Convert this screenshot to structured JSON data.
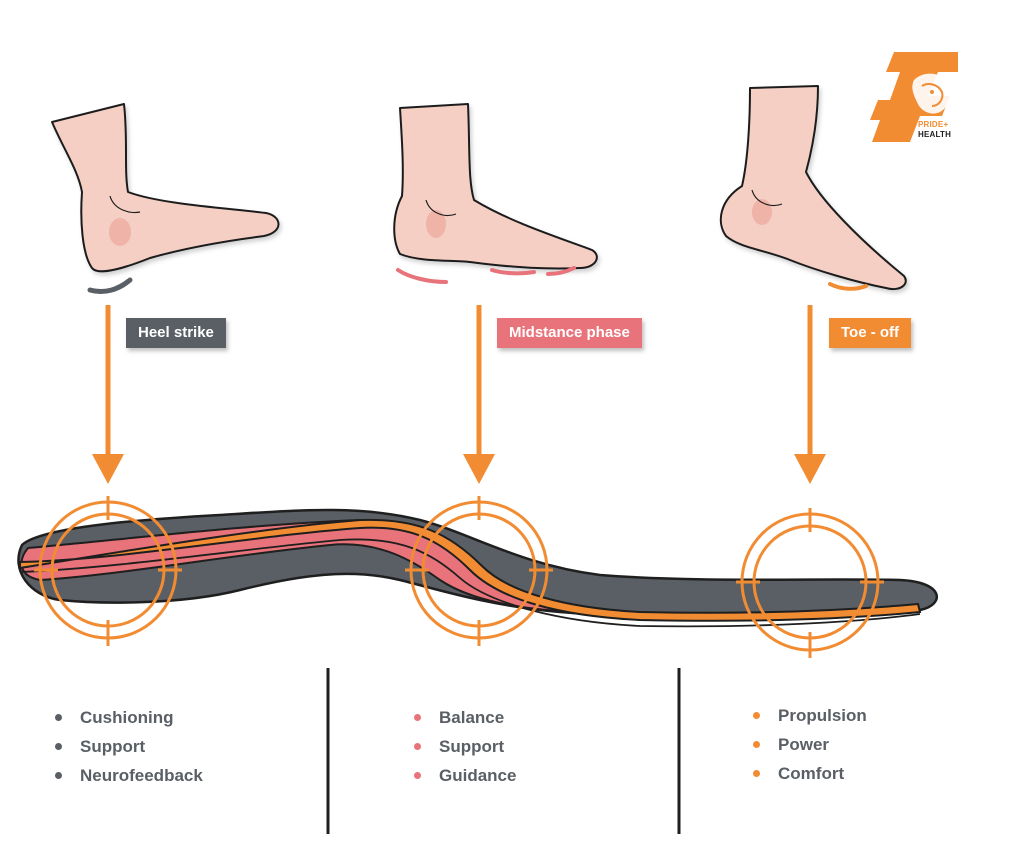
{
  "brand": {
    "line1": "PRIDE+",
    "line2": "HEALTH",
    "color": "#F28C33"
  },
  "colors": {
    "accent": "#F28C33",
    "dark": "#5A5F65",
    "pink": "#E8737A",
    "skin": "#F5CFC4",
    "outline": "#1F1F1F"
  },
  "phases": [
    {
      "label": "Heel strike",
      "label_color": "#5A5F65",
      "bullet_color": "#5A5F65",
      "items": [
        "Cushioning",
        "Support",
        "Neurofeedback"
      ]
    },
    {
      "label": "Midstance phase",
      "label_color": "#E8737A",
      "bullet_color": "#E8737A",
      "items": [
        "Balance",
        "Support",
        "Guidance"
      ]
    },
    {
      "label": "Toe - off",
      "label_color": "#F28C33",
      "bullet_color": "#F28C33",
      "items": [
        "Propulsion",
        "Power",
        "Comfort"
      ]
    }
  ]
}
